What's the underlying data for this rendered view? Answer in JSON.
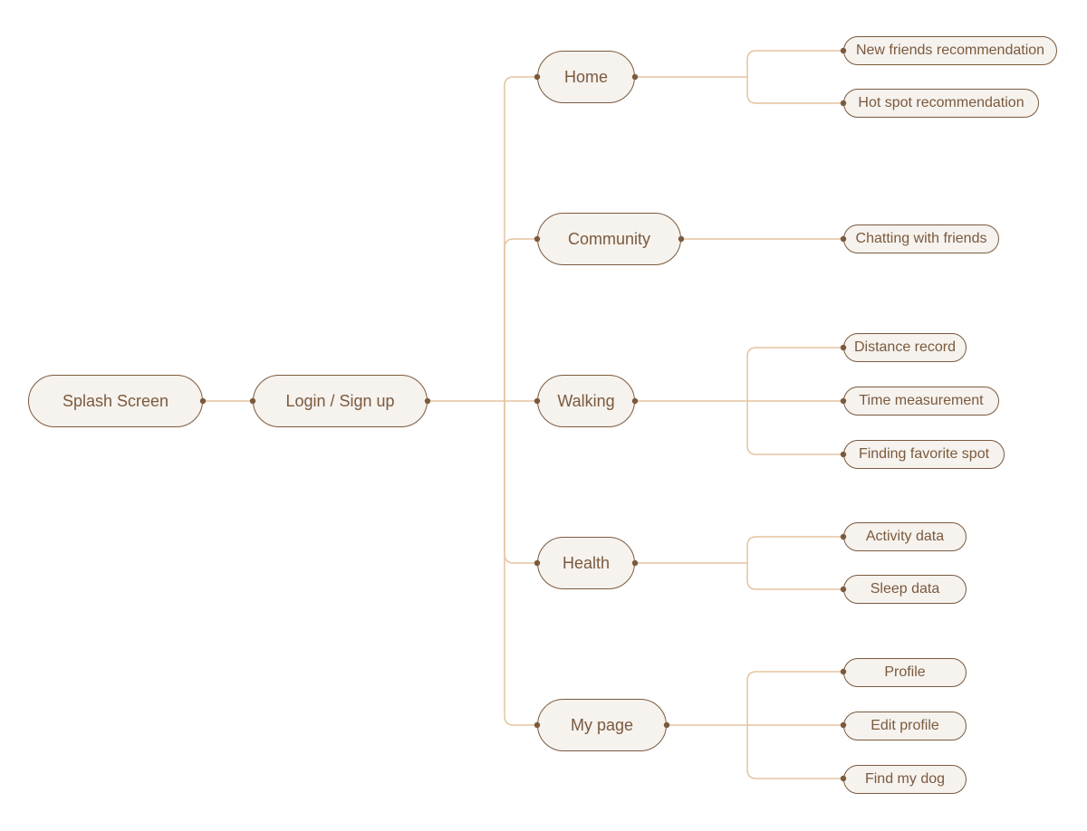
{
  "colors": {
    "connector": "#e5c3a0",
    "node_border": "#7a5a3e",
    "node_fill": "#f6f2ee",
    "node_text": "#7a5a3e",
    "dot": "#7a5a3e"
  },
  "nodes": {
    "splash": "Splash Screen",
    "login": "Login / Sign up",
    "home": "Home",
    "community": "Community",
    "walking": "Walking",
    "health": "Health",
    "mypage": "My page"
  },
  "leaves": {
    "new_friends": "New friends recommendation",
    "hot_spot": "Hot spot recommendation",
    "chatting": "Chatting with friends",
    "distance": "Distance record",
    "time": "Time measurement",
    "fav_spot": "Finding favorite spot",
    "activity": "Activity data",
    "sleep": "Sleep data",
    "profile": "Profile",
    "edit_profile": "Edit profile",
    "find_dog": "Find my dog"
  }
}
